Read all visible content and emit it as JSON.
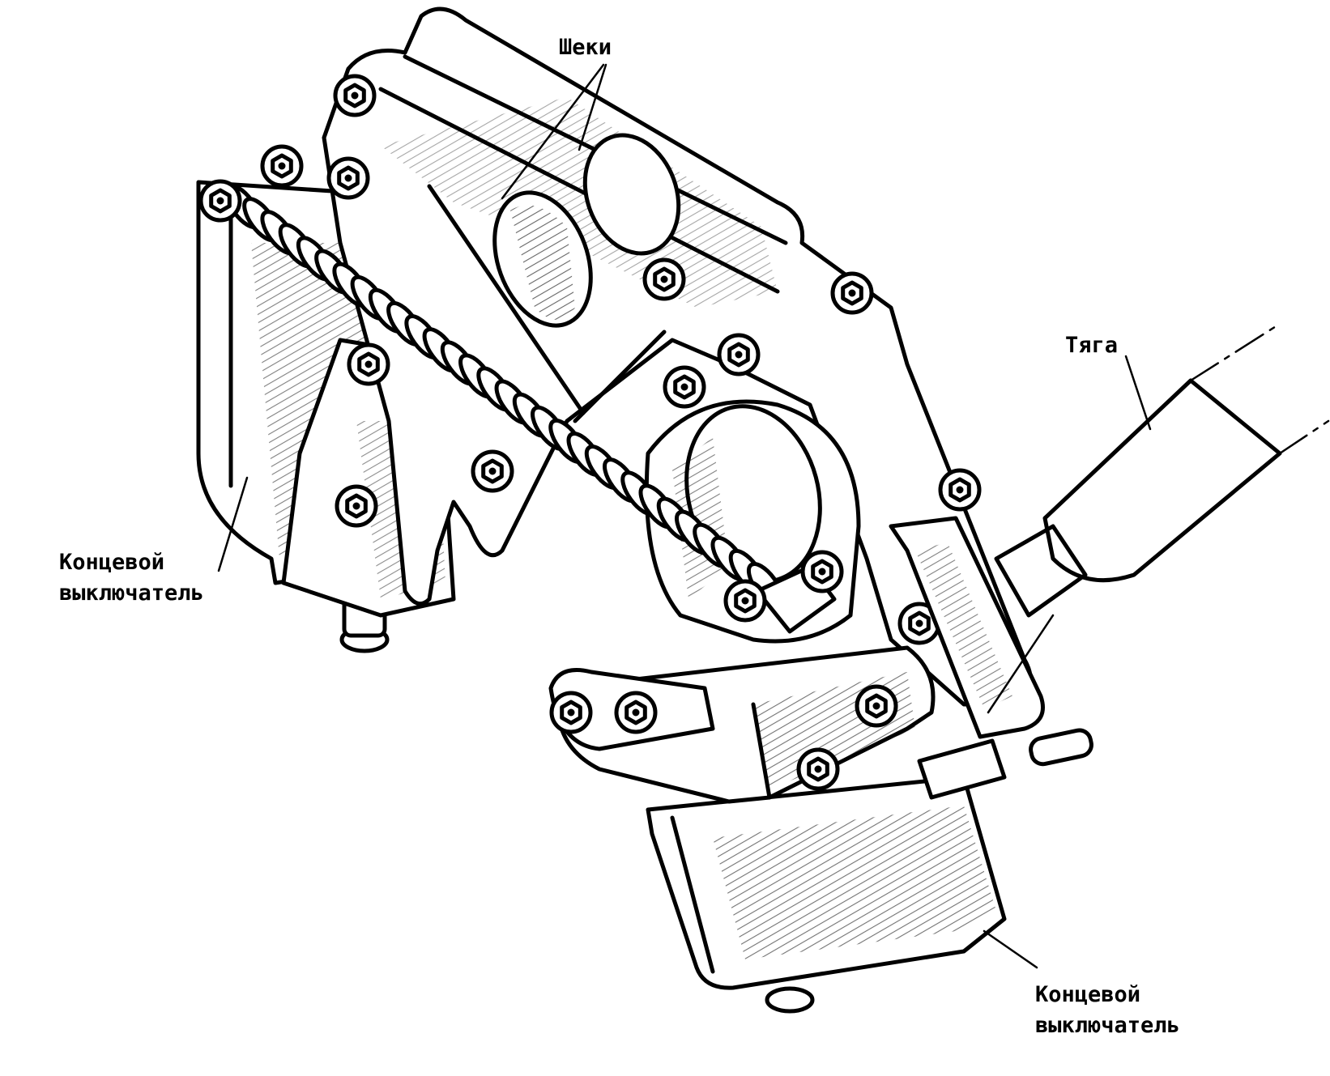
{
  "labels": {
    "cheeks": "Шеки",
    "rod": "Тяга",
    "limit_switch_left_line1": "Концевой",
    "limit_switch_left_line2": "выключатель",
    "limit_switch_right_line1": "Концевой",
    "limit_switch_right_line2": "выключатель"
  },
  "colors": {
    "ink": "#000000",
    "paper": "#ffffff"
  }
}
